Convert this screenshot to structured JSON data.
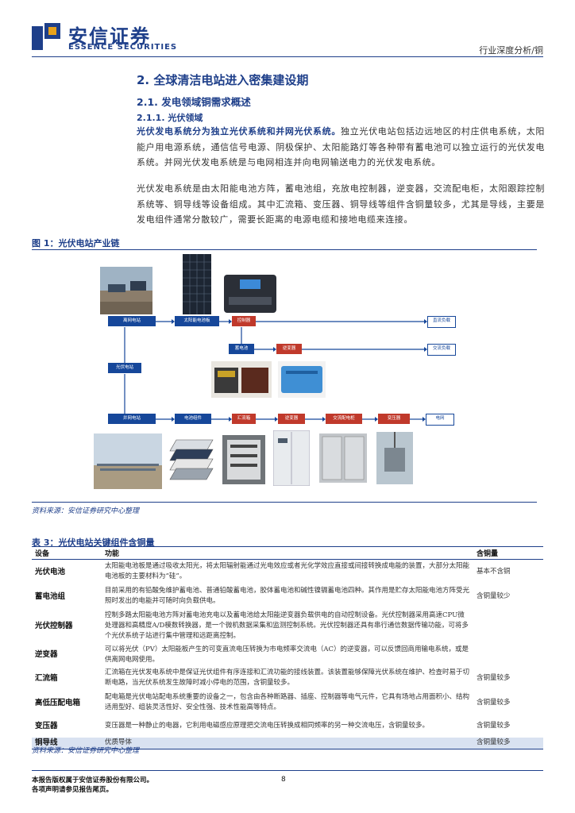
{
  "header": {
    "logo_cn": "安信证券",
    "logo_en": "ESSENCE SECURITIES",
    "report_type": "行业深度分析/铜"
  },
  "section": {
    "h1": "2. 全球清洁电站进入密集建设期",
    "h2": "2.1. 发电领域铜需求概述",
    "h3": "2.1.1. 光伏领域",
    "p1_lead": "光伏发电系统分为独立光伏系统和并网光伏系统。",
    "p1_rest": "独立光伏电站包括边远地区的村庄供电系统，太阳能户用电源系统，通信信号电源、阴极保护、太阳能路灯等各种带有蓄电池可以独立运行的光伏发电系统。并网光伏发电系统是与电网相连并向电网输送电力的光伏发电系统。",
    "p2": "光伏发电系统是由太阳能电池方阵，蓄电池组，充放电控制器，逆变器，交流配电柜，太阳跟踪控制系统等、铜导线等设备组成。其中汇流箱、变压器、铜导线等组件含铜量较多，尤其是导线，主要是发电组件通常分散较广，需要长距离的电源电缆和接地电缆来连接。"
  },
  "figure": {
    "title": "图 1：光伏电站产业链",
    "source": "资料来源：安信证券研究中心整理",
    "nodes": {
      "offgrid": "离网电站",
      "panel": "太阳能电池板",
      "controller": "控制器",
      "dc_load": "直流负载",
      "battery": "蓄电池",
      "inverter1": "逆变器",
      "ac_load": "交流负载",
      "pv_station": "光伏电站",
      "grid_station": "并网电站",
      "module": "电池组件",
      "combiner": "汇流箱",
      "inverter2": "逆变器",
      "ac_cabinet": "交流配电柜",
      "transformer": "变压器",
      "grid": "电网"
    }
  },
  "table": {
    "title": "表 3：光伏电站关键组件含铜量",
    "headers": [
      "设备",
      "功能",
      "含铜量"
    ],
    "rows": [
      {
        "device": "光伏电池",
        "function": "太阳能电池板是通过吸收太阳光，将太阳辐射能通过光电效应或者光化学效应直接或间接转换成电能的装置，大部分太阳能电池板的主要材料为“硅”。",
        "copper": "基本不含铜"
      },
      {
        "device": "蓄电池组",
        "function": "目前采用的有铅酸免维护蓄电池、普通铅酸蓄电池，胶体蓄电池和碱性镍镉蓄电池四种。其作用是贮存太阳能电池方阵受光照时发出的电能并可随时向负载供电。",
        "copper": "含铜量较少"
      },
      {
        "device": "光伏控制器",
        "function": "控制多路太阳能电池方阵对蓄电池充电以及蓄电池给太阳能逆变器负载供电的自动控制设备。光伏控制器采用高速CPU微处理器和高精度A/D模数转换器，是一个微机数据采集和监测控制系统。光伏控制器还具有串行通信数据传输功能，可将多个光伏系统子站进行集中管理和远距离控制。",
        "copper": ""
      },
      {
        "device": "逆变器",
        "function": "可以将光伏（PV）太阳能板产生的可变直流电压转换为市电频率交流电（AC）的逆变器，可以反馈回商用输电系统，或是供离网电网使用。",
        "copper": ""
      },
      {
        "device": "汇流箱",
        "function": "汇流箱在光伏发电系统中是保证光伏组件有序连接和汇流功能的接线装置。该装置能够保障光伏系统在维护、检查时易于切断电路，当光伏系统发生故障时减小停电的范围，含铜量较多。",
        "copper": "含铜量较多"
      },
      {
        "device": "高低压配电箱",
        "function": "配电箱是光伏电站配电系统重要的设备之一，包含由各种断路器、插座、控制器等电气元件，它具有场地占用面积小、结构适用型好、组装灵活性好、安全性强、技术性能高等特点。",
        "copper": "含铜量较多"
      },
      {
        "device": "变压器",
        "function": "变压器是一种静止的电器，它利用电磁感应原理把交流电压转换成相同频率的另一种交流电压，含铜量较多。",
        "copper": "含铜量较多"
      },
      {
        "device": "铜导线",
        "function": "优质导体",
        "copper": "含铜量较多"
      }
    ],
    "source": "资料来源：安信证券研究中心整理"
  },
  "footer": {
    "line1": "本报告版权属于安信证券股份有限公司。",
    "line2": "各项声明请参见报告尾页。",
    "page": "8"
  },
  "colors": {
    "brand": "#1e3f8a",
    "node_blue": "#16479a",
    "node_red": "#c0392b"
  }
}
